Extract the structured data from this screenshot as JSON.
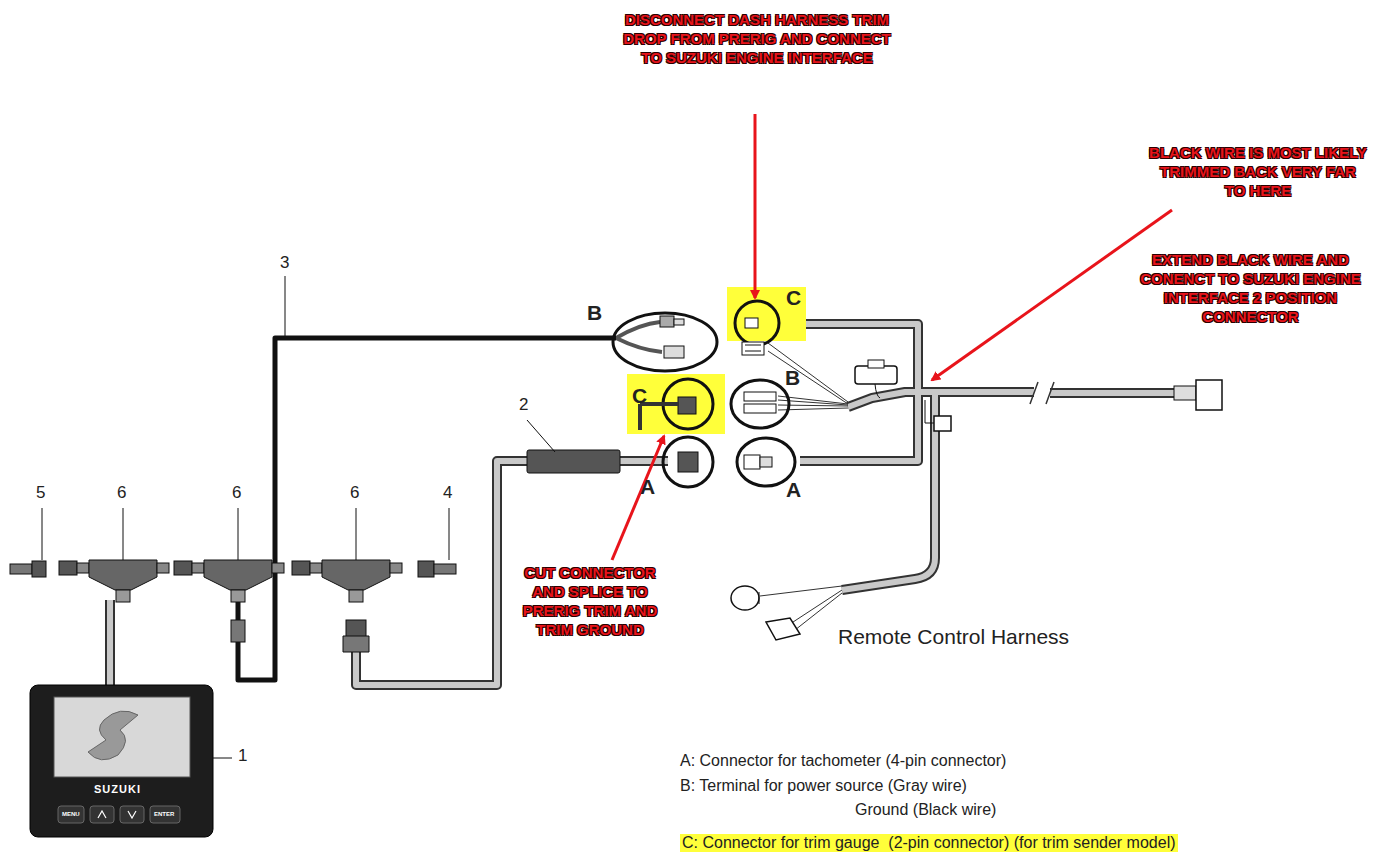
{
  "diagram": {
    "labels": [
      "DISCONNECT DASH HARNESS TRIM DROP FROM PRERIG AND CONNECT TO SUZUKI ENGINE INTERFACE",
      "BLACK WIRE IS MOST LIKELY TRIMMED BACK VERY FAR TO HERE",
      "EXTEND BLACK WIRE AND CONENCT TO SUZUKI ENGINE INTERFACE 2 POSITION CONNECTOR",
      "CUT CONNECTOR AND SPLICE TO PRERIG TRIM AND TRIM GROUND",
      "3",
      "B",
      "C",
      "C",
      "B",
      "2",
      "A",
      "A",
      "5",
      "6",
      "6",
      "6",
      "4",
      "Remote Control Harness",
      "1",
      "SUZUKI",
      "MENU",
      "ENTER",
      "A: Connector for tachometer (4-pin connector)",
      "B: Terminal for power source (Gray wire)",
      "Ground (Black wire)",
      "C: Connector for trim gauge  (2-pin connector) (for trim sender model)"
    ]
  }
}
